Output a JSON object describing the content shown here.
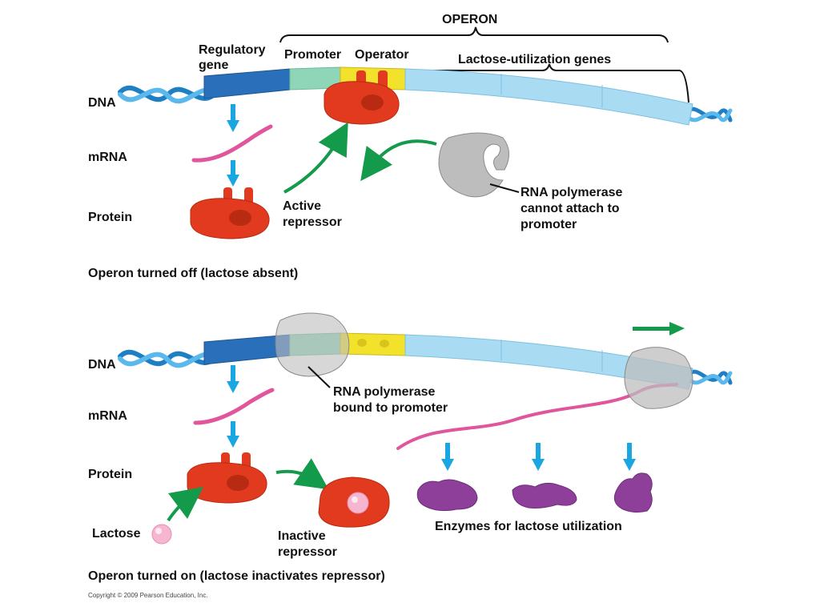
{
  "top": {
    "operon_label": "OPERON",
    "regulatory_gene_line1": "Regulatory",
    "regulatory_gene_line2": "gene",
    "promoter_label": "Promoter",
    "operator_label": "Operator",
    "lactose_genes_label": "Lactose-utilization genes",
    "dna_label": "DNA",
    "mrna_label": "mRNA",
    "protein_label": "Protein",
    "active_repressor_line1": "Active",
    "active_repressor_line2": "repressor",
    "rnap_line1": "RNA polymerase",
    "rnap_line2": "cannot attach to",
    "rnap_line3": "promoter",
    "caption": "Operon turned off (lactose absent)"
  },
  "bottom": {
    "dna_label": "DNA",
    "mrna_label": "mRNA",
    "protein_label": "Protein",
    "lactose_label": "Lactose",
    "rnap_bound_line1": "RNA polymerase",
    "rnap_bound_line2": "bound to promoter",
    "inactive_repressor_line1": "Inactive",
    "inactive_repressor_line2": "repressor",
    "enzymes_label": "Enzymes for lactose utilization",
    "caption": "Operon turned on (lactose inactivates repressor)"
  },
  "copyright": "Copyright © 2009 Pearson Education, Inc.",
  "colors": {
    "regulatory_gene": "#2a6fba",
    "promoter": "#8fd6b8",
    "operator": "#f3e22c",
    "lactose_genes": "#a9dcf2",
    "repressor": "#e23a1e",
    "mrna": "#e0559c",
    "rna_polymerase": "#bdbdbd",
    "enzyme": "#8d3f99",
    "arrow_green": "#139a4a",
    "arrow_blue": "#1aa6e0",
    "lactose": "#f7b6cf"
  }
}
